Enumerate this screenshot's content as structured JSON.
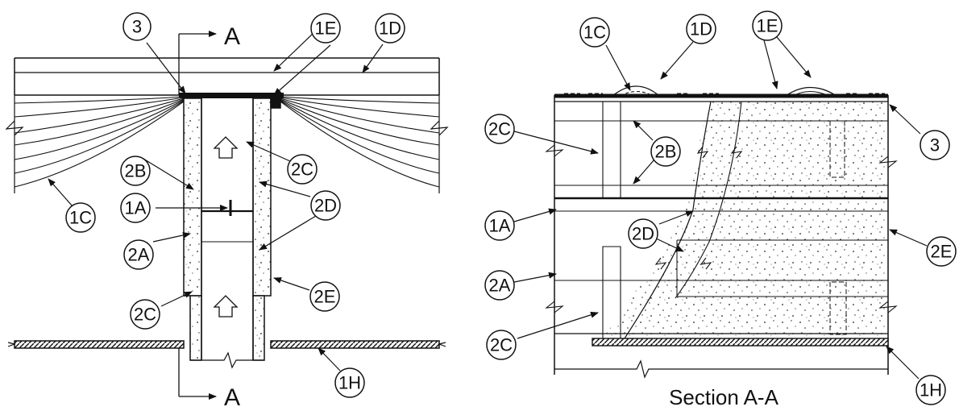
{
  "left_detail": {
    "callouts": {
      "c3": "3",
      "c1E": "1E",
      "c1D": "1D",
      "c2B": "2B",
      "c2C_top": "2C",
      "c1A": "1A",
      "c2D": "2D",
      "c1C": "1C",
      "c2A": "2A",
      "c2E": "2E",
      "c2C_bottom": "2C",
      "c1H": "1H"
    },
    "section_marks": {
      "top": "A",
      "bottom": "A"
    }
  },
  "right_detail": {
    "title": "Section A-A",
    "callouts": {
      "c1C": "1C",
      "c1D": "1D",
      "c1E": "1E",
      "c2C_top": "2C",
      "c2B": "2B",
      "c3": "3",
      "c1A": "1A",
      "c2D": "2D",
      "c2E": "2E",
      "c2A": "2A",
      "c2C_bottom": "2C",
      "c1H": "1H"
    }
  },
  "colors": {
    "ink": "#111111",
    "fill_speckle": "#f7f7f7"
  }
}
